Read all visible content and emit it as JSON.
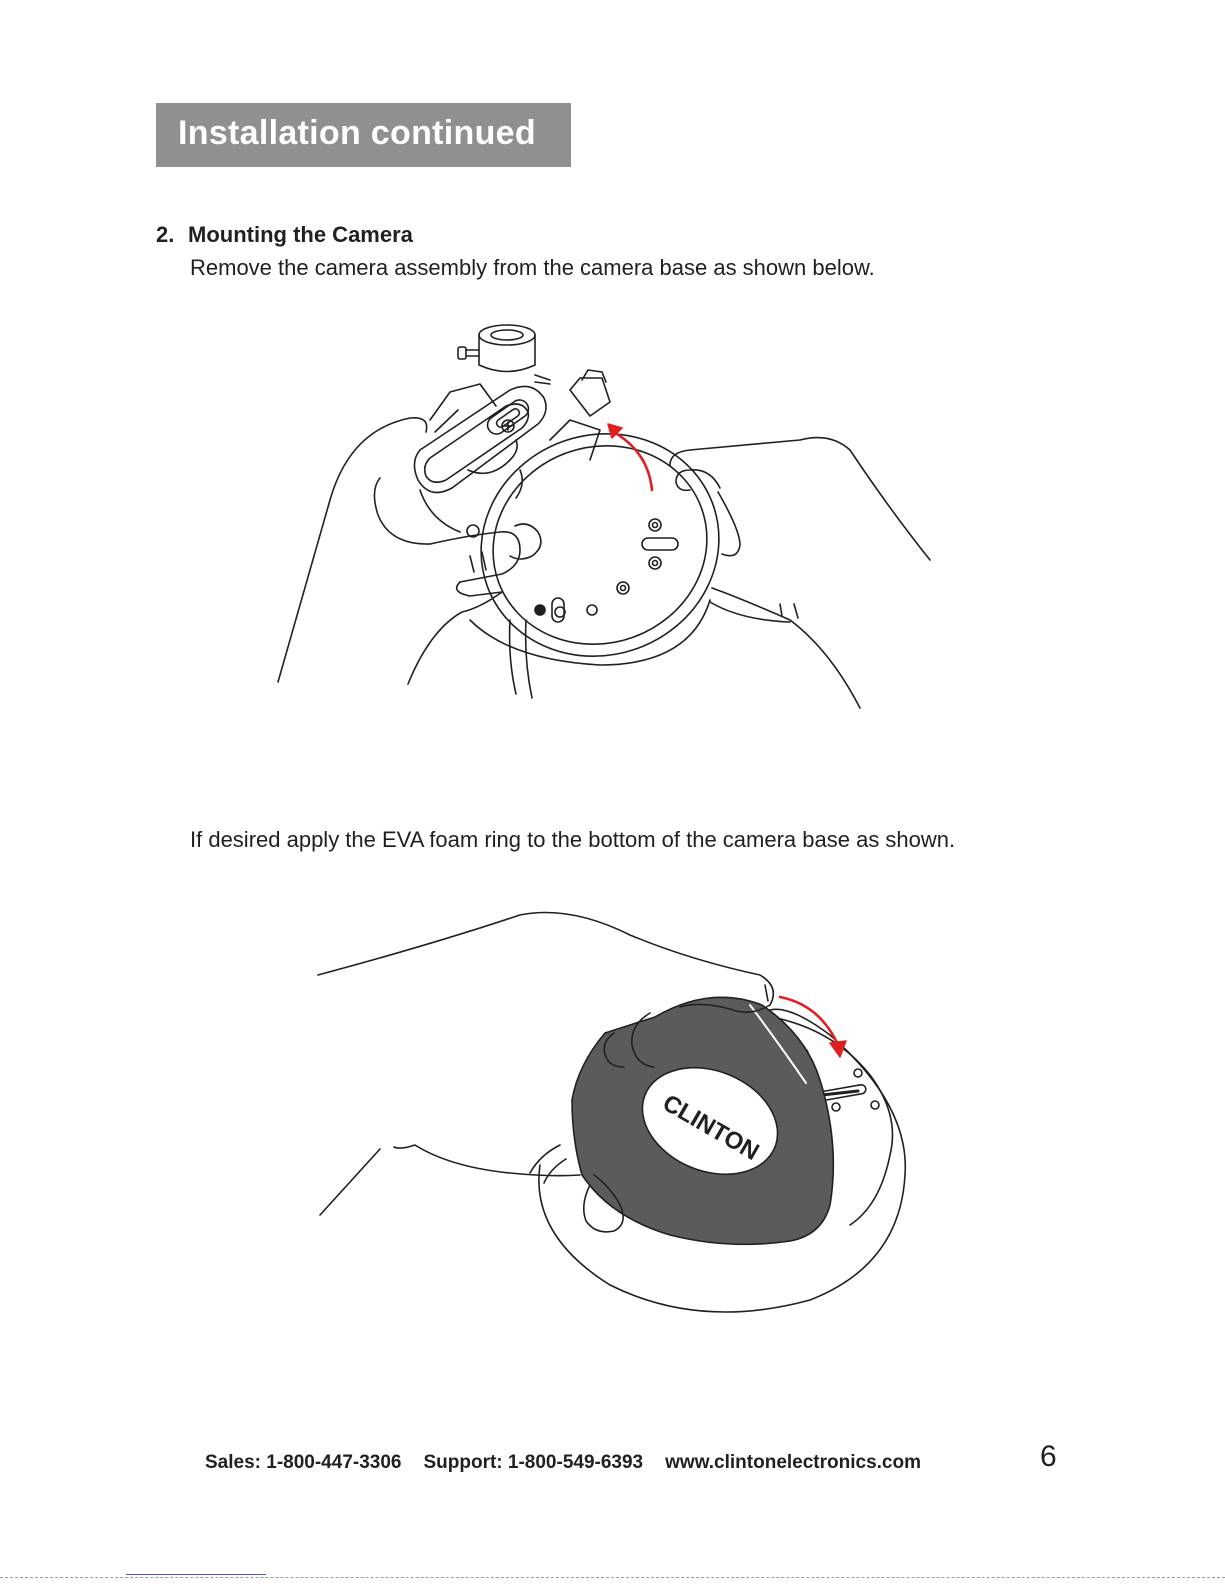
{
  "header": {
    "banner": "Installation continued"
  },
  "step": {
    "number": "2.",
    "title": "Mounting the Camera",
    "instruction_1": "Remove the camera assembly from the camera base as shown below.",
    "instruction_2": "If desired apply the EVA foam ring to the bottom of the camera base as shown."
  },
  "figure_2": {
    "ring_label": "CLINTON"
  },
  "footer": {
    "sales": "Sales:  1-800-447-3306",
    "support": "Support:  1-800-549-6393",
    "website": "www.clintonelectronics.com",
    "page_number": "6"
  },
  "colors": {
    "banner": "#909090",
    "arrow": "#e02020",
    "foam": "#5b5b5b"
  }
}
